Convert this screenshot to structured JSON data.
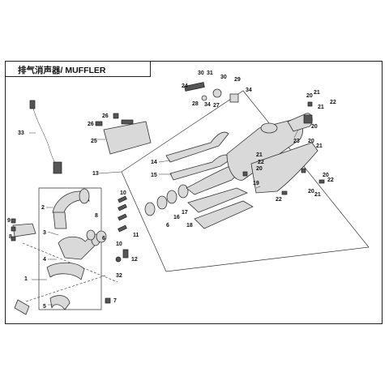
{
  "diagram": {
    "title": "排气消声器/ MUFFLER",
    "callouts": [
      {
        "id": "c1",
        "text": "1"
      },
      {
        "id": "c2",
        "text": "2"
      },
      {
        "id": "c3",
        "text": "3"
      },
      {
        "id": "c4",
        "text": "4"
      },
      {
        "id": "c5",
        "text": "5"
      },
      {
        "id": "c6a",
        "text": "6"
      },
      {
        "id": "c6b",
        "text": "6"
      },
      {
        "id": "c7",
        "text": "7"
      },
      {
        "id": "c8a",
        "text": "8"
      },
      {
        "id": "c8b",
        "text": "8"
      },
      {
        "id": "c9",
        "text": "9"
      },
      {
        "id": "c10a",
        "text": "10"
      },
      {
        "id": "c10b",
        "text": "10"
      },
      {
        "id": "c11",
        "text": "11"
      },
      {
        "id": "c12",
        "text": "12"
      },
      {
        "id": "c13",
        "text": "13"
      },
      {
        "id": "c14",
        "text": "14"
      },
      {
        "id": "c15",
        "text": "15"
      },
      {
        "id": "c16",
        "text": "16"
      },
      {
        "id": "c17",
        "text": "17"
      },
      {
        "id": "c18",
        "text": "18"
      },
      {
        "id": "c19",
        "text": "19"
      },
      {
        "id": "c20a",
        "text": "20"
      },
      {
        "id": "c20b",
        "text": "20"
      },
      {
        "id": "c20c",
        "text": "20"
      },
      {
        "id": "c20d",
        "text": "20"
      },
      {
        "id": "c20e",
        "text": "20"
      },
      {
        "id": "c20f",
        "text": "20"
      },
      {
        "id": "c21a",
        "text": "21"
      },
      {
        "id": "c21b",
        "text": "21"
      },
      {
        "id": "c21c",
        "text": "21"
      },
      {
        "id": "c21d",
        "text": "21"
      },
      {
        "id": "c21e",
        "text": "21"
      },
      {
        "id": "c22a",
        "text": "22"
      },
      {
        "id": "c22b",
        "text": "22"
      },
      {
        "id": "c22c",
        "text": "22"
      },
      {
        "id": "c22d",
        "text": "22"
      },
      {
        "id": "c23",
        "text": "23"
      },
      {
        "id": "c24",
        "text": "24"
      },
      {
        "id": "c25",
        "text": "25"
      },
      {
        "id": "c26a",
        "text": "26"
      },
      {
        "id": "c26b",
        "text": "26"
      },
      {
        "id": "c27",
        "text": "27"
      },
      {
        "id": "c28",
        "text": "28"
      },
      {
        "id": "c29",
        "text": "29"
      },
      {
        "id": "c30a",
        "text": "30"
      },
      {
        "id": "c30b",
        "text": "30"
      },
      {
        "id": "c31",
        "text": "31"
      },
      {
        "id": "c32",
        "text": "32"
      },
      {
        "id": "c33",
        "text": "33"
      },
      {
        "id": "c34a",
        "text": "34"
      },
      {
        "id": "c34b",
        "text": "34"
      }
    ]
  }
}
